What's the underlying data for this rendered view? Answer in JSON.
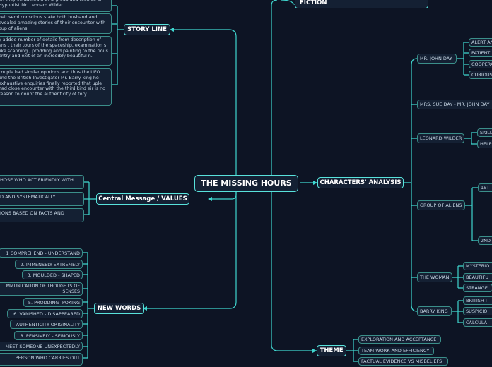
{
  "center": "THE MISSING HOURS",
  "branches": {
    "story_line": "STORY LINE",
    "fiction": "FICTION",
    "central_message": "Central Message / VALUES",
    "new_words": "NEW WORDS",
    "characters": "CHARACTERS' ANALYSIS",
    "theme": "THEME"
  },
  "story_paragraphs": [
    "en they contacted a UFO group and took ce of Hypnotist Mr. Leonard Wilder.",
    "heir semi conscious state both husband and evealed amazing stories of their encounter with oup of aliens.",
    "y added number of details from description of ens , their tours of the spaceship, examination s like scanning , prodding and painting to the rious entry and exit of an incredibly beautiful n.",
    "couple had similar opinions and thus the UFO and the British Investigator Mr. Barry king he exhaustive enquiries finally reported that uple had close encounter with the third kind eir is no reason to doubt the authenticity of tory."
  ],
  "values": [
    "HOSE WHO ACT FRIENDLY WITH",
    "D AND SYSTEMATICALLY",
    "IONS BASED ON FACTS AND"
  ],
  "new_words": [
    "1 COMPREHEND - UNDERSTAND",
    "2. IMMENSELY-EXTREMELY",
    "3. MOULDED - SHAPED",
    "MMUNICATION OF THOUGHTS OF SENSES",
    "5. PRODDING- POKING",
    "6. VANISHED - DISAPPEARED",
    "AUTHENTICITY-ORIGINALITY",
    "8. PENSIVELY - SERIOUSLY",
    "- MEET SOMEONE UNEXPECTEDLY",
    "PERSON WHO CARRIES OUT"
  ],
  "characters": {
    "john_day": "MR. JOHN DAY",
    "john_day_traits": [
      "ALERT AN",
      "PATIENT",
      "COOPERA",
      "CURIOUS"
    ],
    "sue_day": "MRS. SUE DAY - MR. JOHN DAY",
    "leonard": "LEONARD WILDER",
    "leonard_traits": [
      "SKILL",
      "HELP"
    ],
    "aliens": "GROUP OF ALIENS",
    "aliens_traits": [
      "1ST",
      "2ND"
    ],
    "woman": "THE WOMAN",
    "woman_traits": [
      "MYSTERIO",
      "BEAUTIFU",
      "STRANGE"
    ],
    "barry": "BARRY KING",
    "barry_traits": [
      "BRITISH I",
      "SUSPICIO",
      "CALCULA"
    ]
  },
  "themes": [
    "EXPLORATION AND ACCEPTANCE",
    "TEAM WORK AND EFFICIENCY",
    "FACTUAL EVIDENCE VS MISBELIEFS"
  ],
  "colors": {
    "background": "#0d1424",
    "line": "#3fd6cf",
    "node_fill": "#142033",
    "node_border": "#3b8f8a"
  }
}
